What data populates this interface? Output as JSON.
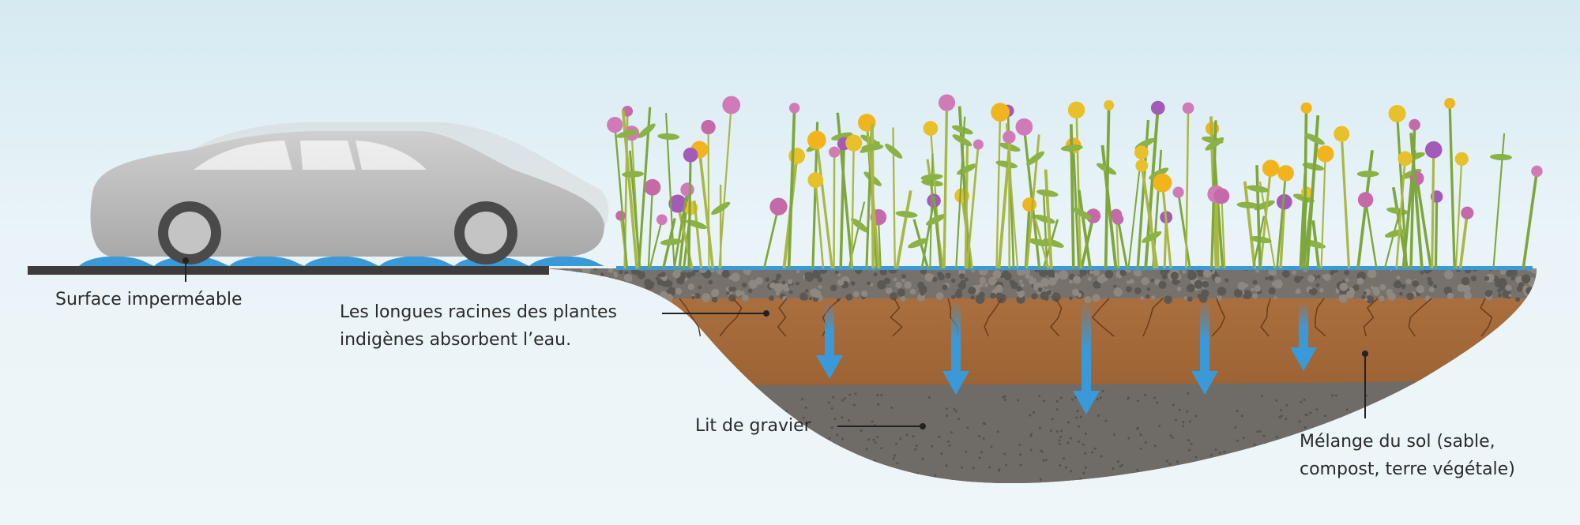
{
  "labels": {
    "impermeable_surface": "Surface imperméable",
    "roots_line1": "Les longues racines des plantes",
    "roots_line2": "indigènes absorbent l’eau.",
    "gravel_bed": "Lit de gravier",
    "soil_mix_line1": "Mélange du sol (sable,",
    "soil_mix_line2": "compost, terre végétale)"
  },
  "colors": {
    "water": "#3a9ad9",
    "soil": "#9a5f2e",
    "gravel": "#6e6a66",
    "road": "#3c3c3c",
    "car": "#b9b9b9"
  }
}
